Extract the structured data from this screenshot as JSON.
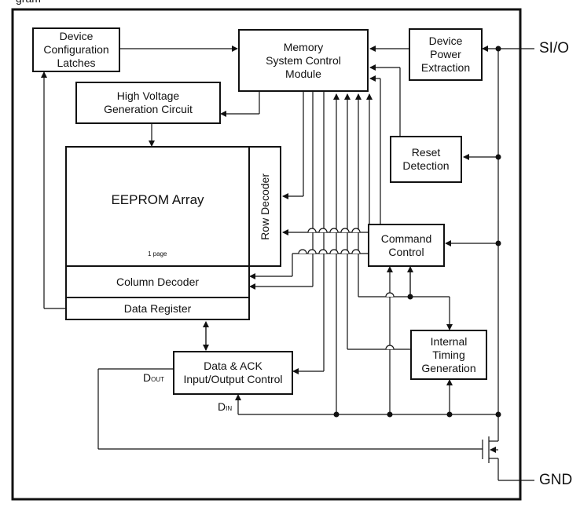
{
  "header": {
    "partial_title": "gram"
  },
  "blocks": {
    "device_config": "Device\nConfiguration\nLatches",
    "memory_control": "Memory\nSystem Control\nModule",
    "power_extraction": "Device\nPower\nExtraction",
    "high_voltage": "High Voltage\nGeneration Circuit",
    "eeprom_array": "EEPROM Array",
    "page_label": "1 page",
    "row_decoder": "Row Decoder",
    "reset_detection": "Reset\nDetection",
    "command_control": "Command\nControl",
    "column_decoder": "Column Decoder",
    "data_register": "Data Register",
    "data_ack": "Data & ACK\nInput/Output Control",
    "internal_timing": "Internal\nTiming\nGeneration"
  },
  "signals": {
    "dout_main": "D",
    "dout_sub": "OUT",
    "din_main": "D",
    "din_sub": "IN"
  },
  "pins": {
    "sio": "SI/O",
    "gnd": "GND"
  },
  "colors": {
    "line": "#111111",
    "background": "#ffffff"
  }
}
